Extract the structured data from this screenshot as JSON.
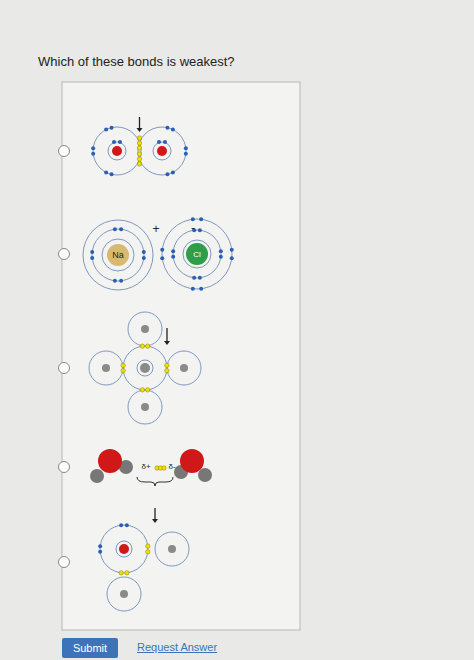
{
  "diagram": {
    "title": "Which of these bonds is weakest?",
    "nodes": [
      {
        "text": [
          "Na"
        ]
      },
      {
        "text": [
          "Cl"
        ]
      },
      {
        "text": [
          "Submit"
        ]
      }
    ],
    "labels": [
      "+",
      "-",
      "δ+",
      "δ-",
      "Request Answer"
    ]
  }
}
